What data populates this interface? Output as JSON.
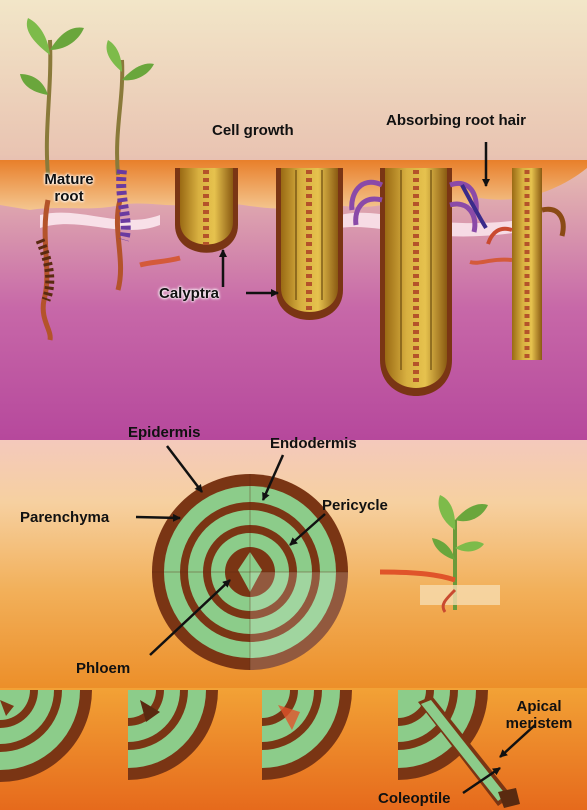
{
  "labels": {
    "mature_root": "Mature root",
    "cell_growth": "Cell growth",
    "absorbing_root_hair": "Absorbing root hair",
    "calyptra": "Calyptra",
    "epidermis": "Epidermis",
    "endodermis": "Endodermis",
    "parenchyma": "Parenchyma",
    "pericycle": "Pericycle",
    "phloem": "Phloem",
    "apical_meristem": "Apical meristem",
    "coleoptile": "Coleoptile"
  },
  "colors": {
    "top_background_top": "#f2e3c4",
    "top_background_bottom": "#b6489c",
    "soil_orange": "#e8862c",
    "root_gold": "#c99a2b",
    "root_dark": "#7a3a14",
    "cortex_green": "#8ccc8a",
    "ring_brown": "#7a3514",
    "bottom_background": "#f0a132",
    "stem_green": "#6a9a3a",
    "leaf_green": "#7dbb4a",
    "arrow": "#111111"
  }
}
